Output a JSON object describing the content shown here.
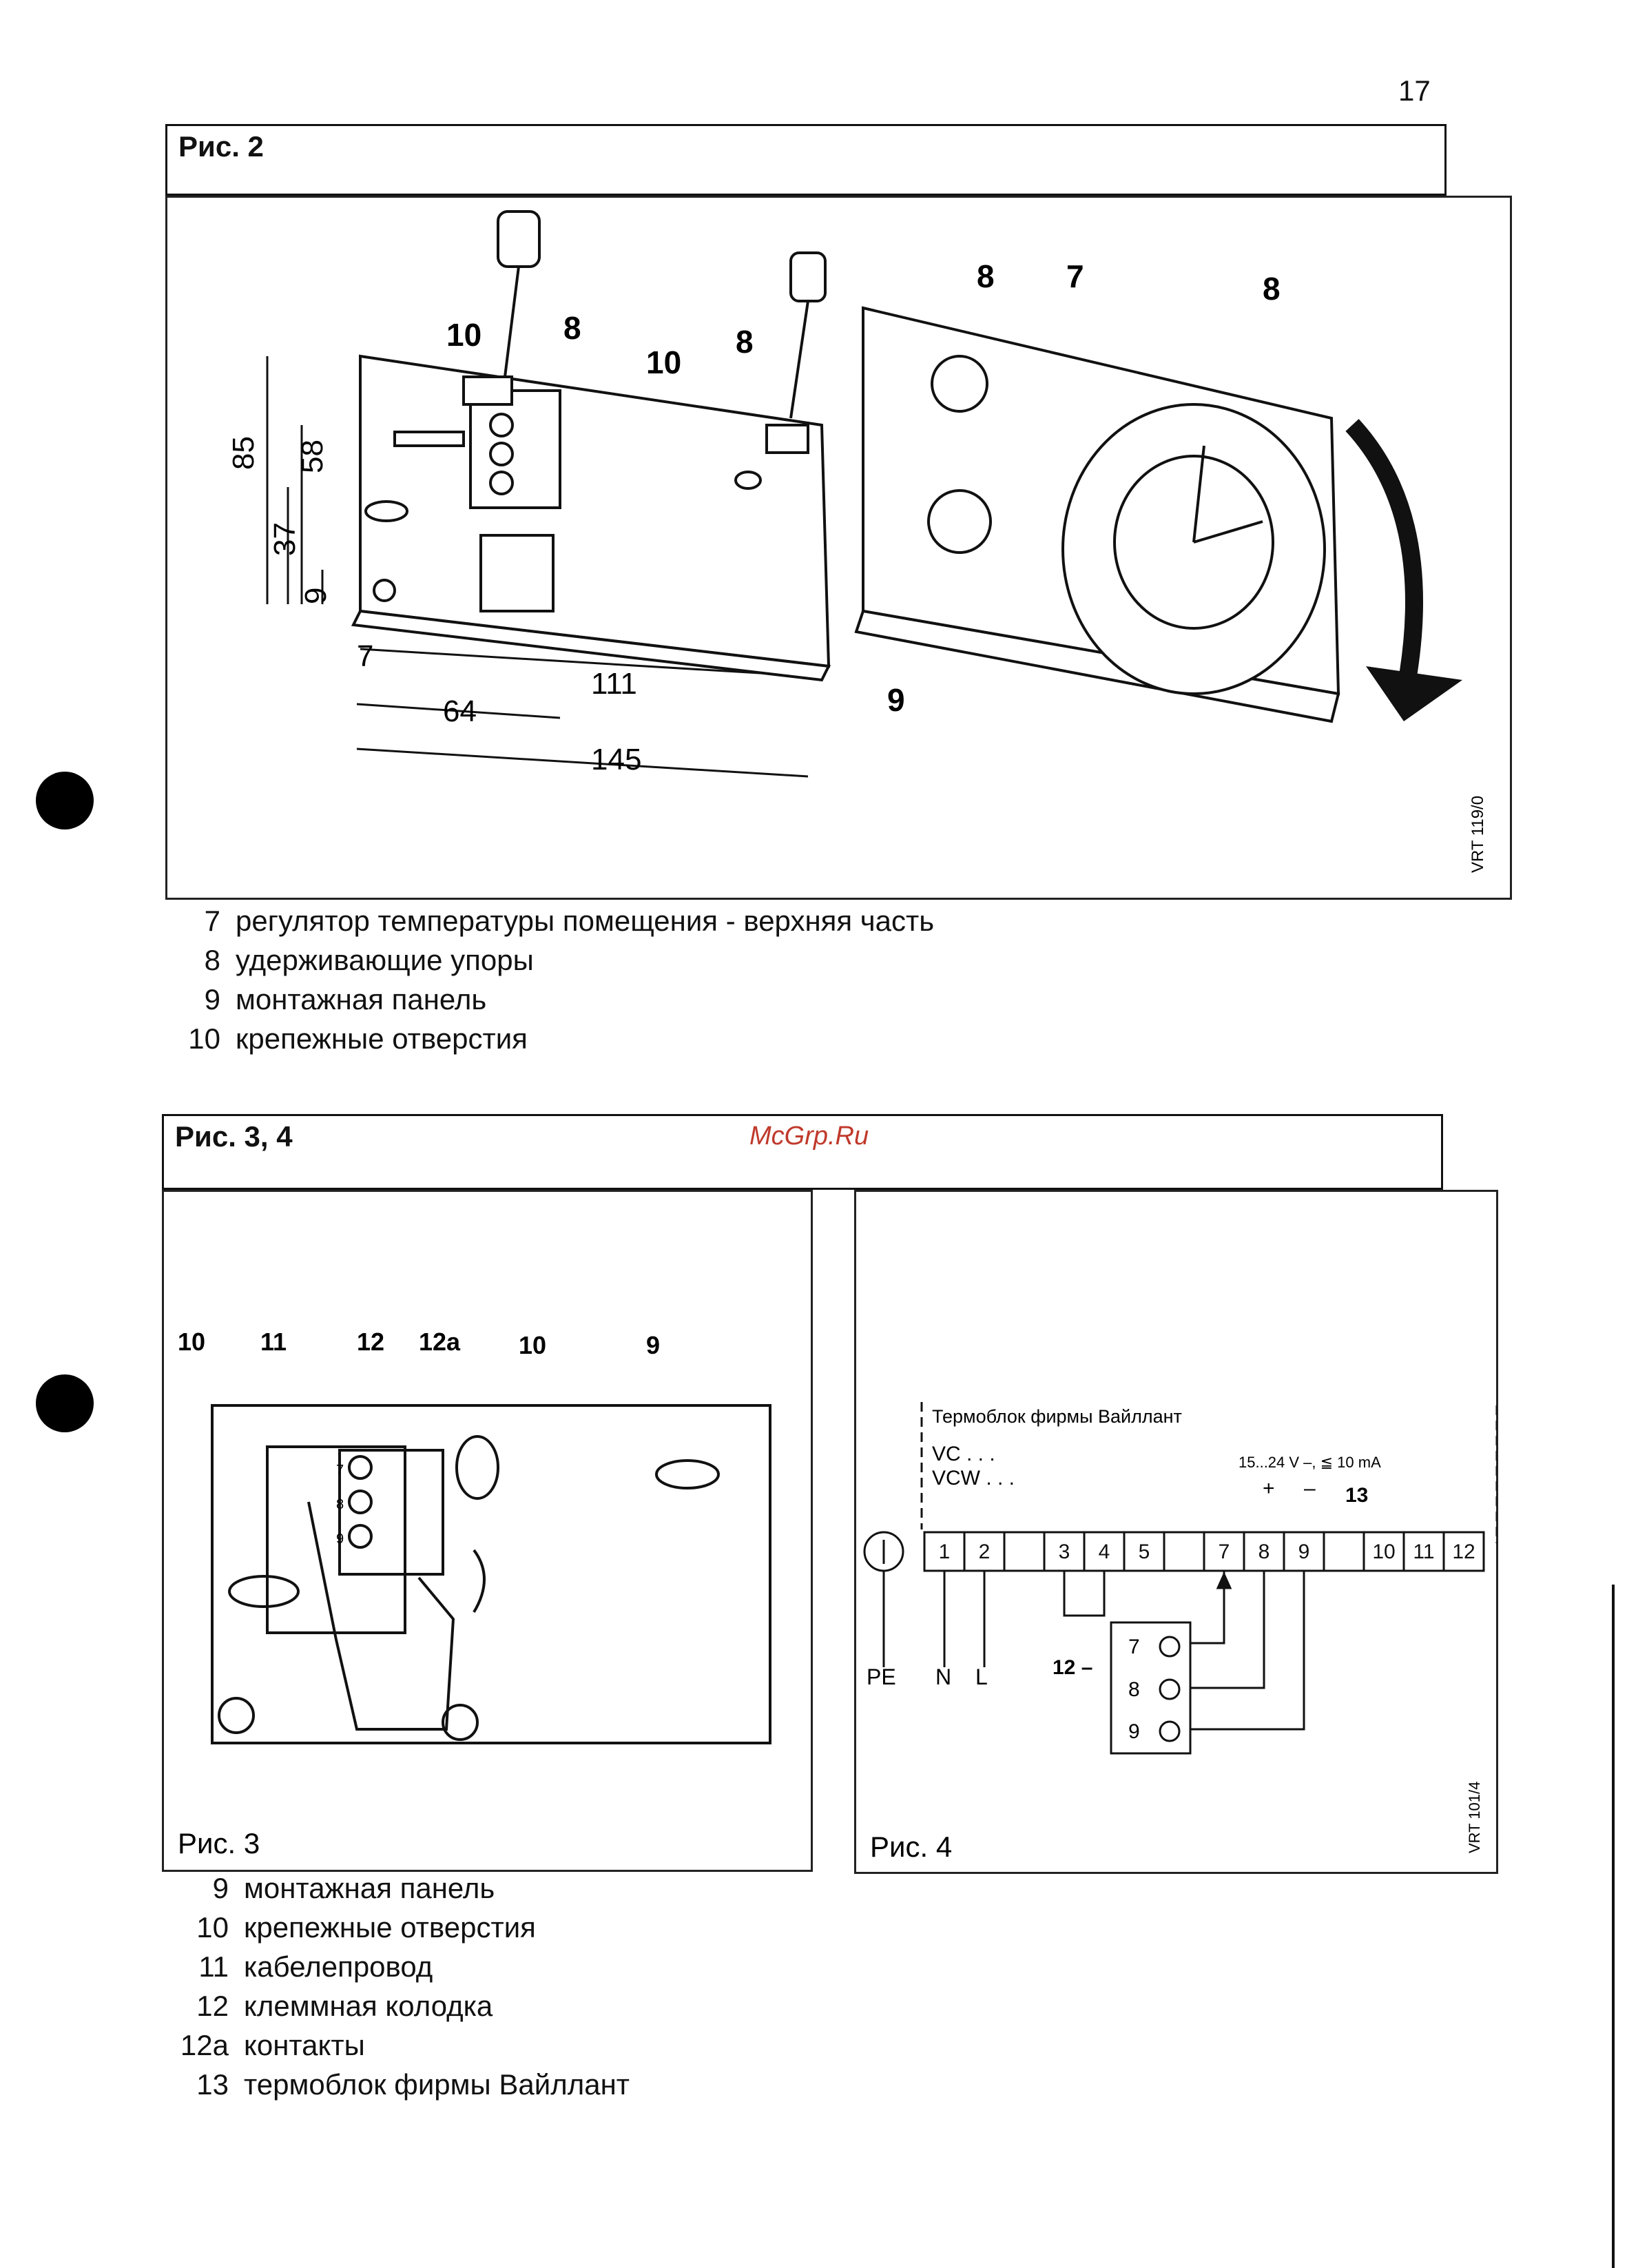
{
  "page_number": "17",
  "fig2": {
    "title": "Рис. 2",
    "callouts": {
      "c10": "10",
      "c8a": "8",
      "c10b": "10",
      "c8b": "8",
      "c8c": "8",
      "c7": "7",
      "c8d": "8",
      "c9": "9"
    },
    "dims": {
      "d85": "85",
      "d58": "58",
      "d37": "37",
      "d9": "9",
      "d7": "7",
      "d111": "111",
      "d64": "64",
      "d145": "145"
    },
    "code": "VRT 119/0"
  },
  "legend2": [
    {
      "num": "7",
      "text": "регулятор температуры помещения - верхняя часть"
    },
    {
      "num": "8",
      "text": "удерживающие упоры"
    },
    {
      "num": "9",
      "text": "монтажная панель"
    },
    {
      "num": "10",
      "text": "крепежные отверстия"
    }
  ],
  "fig34": {
    "title": "Рис. 3, 4",
    "watermark": "McGrp.Ru"
  },
  "fig3": {
    "caption": "Рис. 3",
    "callouts": {
      "c10a": "10",
      "c11": "11",
      "c12": "12",
      "c12a": "12a",
      "c10b": "10",
      "c9": "9"
    },
    "terms": {
      "t7": "7",
      "t8": "8",
      "t9": "9"
    }
  },
  "fig4": {
    "caption": "Рис. 4",
    "label_thermo": "Термоблок фирмы Вайллант",
    "label_vc": "VC . . .",
    "label_vcw": "VCW . . .",
    "voltage": "15...24 V –, ≦ 10 mA",
    "plus": "+",
    "minus": "–",
    "c13": "13",
    "c12": "12 –",
    "terminals": [
      "1",
      "2",
      "",
      "3",
      "4",
      "5",
      "",
      "7",
      "8",
      "9",
      "",
      "10",
      "11",
      "12"
    ],
    "ground": {
      "pe": "PE",
      "n": "N",
      "l": "L"
    },
    "block": [
      "7",
      "8",
      "9"
    ],
    "code": "VRT 101/4"
  },
  "legend34": [
    {
      "num": "9",
      "text": "монтажная панель"
    },
    {
      "num": "10",
      "text": "крепежные отверстия"
    },
    {
      "num": "11",
      "text": "кабелепровод"
    },
    {
      "num": "12",
      "text": "клеммная колодка"
    },
    {
      "num": "12a",
      "text": "контакты"
    },
    {
      "num": "13",
      "text": "термоблок фирмы Вайллант"
    }
  ]
}
